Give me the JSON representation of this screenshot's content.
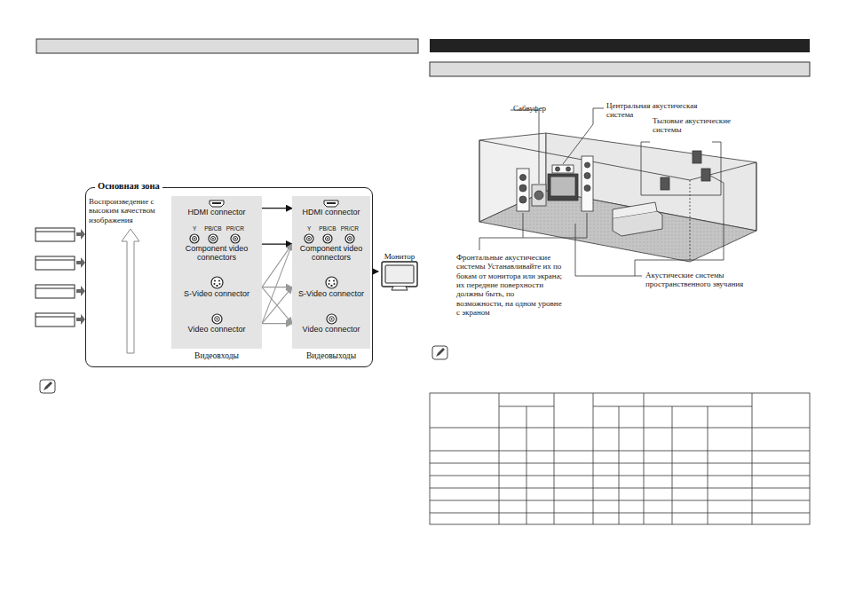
{
  "diagram": {
    "nodes": [
      {
        "text": [
          "Основная зона"
        ]
      },
      {
        "text": [
          "Видеовходы"
        ],
        "in": 0
      },
      {
        "text": [
          "HDMI connector"
        ],
        "in": 1
      },
      {
        "text": [
          "Y",
          "PB/CB",
          "PR/CR",
          "Component video connectors"
        ],
        "in": 1
      },
      {
        "text": [
          "S-Video connector"
        ],
        "in": 1
      },
      {
        "text": [
          "Video connector"
        ],
        "in": 1
      },
      {
        "text": [
          "Видеовыходы"
        ],
        "in": 0
      },
      {
        "text": [
          "HDMI connector"
        ],
        "in": 6
      },
      {
        "text": [
          "Y",
          "PB/CB",
          "PR/CR",
          "Component video connectors"
        ],
        "in": 6
      },
      {
        "text": [
          "S-Video connector"
        ],
        "in": 6
      },
      {
        "text": [
          "Video connector"
        ],
        "in": 6
      },
      {
        "text": [
          "Монитор"
        ]
      }
    ],
    "edges": [
      {
        "from": 2,
        "to": 7,
        "arrow": "to"
      },
      {
        "from": 3,
        "to": 8,
        "arrow": "to"
      },
      {
        "from": 4,
        "to": 8,
        "arrow": "to"
      },
      {
        "from": 5,
        "to": 8,
        "arrow": "to"
      },
      {
        "from": 4,
        "to": 9,
        "arrow": "to"
      },
      {
        "from": 5,
        "to": 9,
        "arrow": "to"
      },
      {
        "from": 4,
        "to": 10,
        "arrow": "to"
      },
      {
        "from": 5,
        "to": 10,
        "arrow": "to"
      },
      {
        "from": 0,
        "to": 11,
        "arrow": "to"
      }
    ],
    "labels": [
      "Воспроизведение с высоким качеством изображения",
      "Сабвуфер",
      "Центральная акустическая система",
      "Тыловые акустические системы",
      "Фронтальные акустические системы Устанавливайте их по бокам от монитора или экрана; их передние поверхности должны быть, по возможности, на одном уровне с экраном",
      "Акустические системы пространственного звучания"
    ]
  }
}
